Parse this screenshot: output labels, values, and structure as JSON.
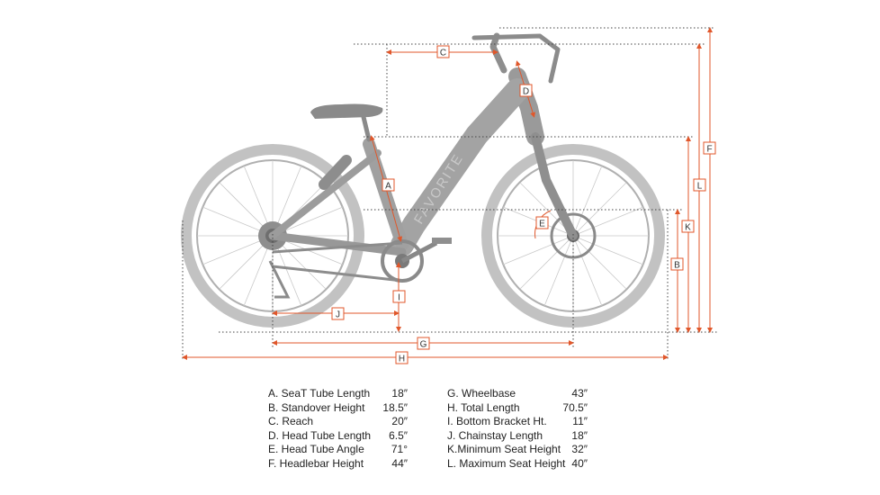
{
  "brand": "FAVORITE",
  "colors": {
    "dimension_line": "#e0572b",
    "frame": "#9d9d9d",
    "tire": "#bdbdbd",
    "text": "#222222"
  },
  "dimension_tags": {
    "A": "A",
    "B": "B",
    "C": "C",
    "D": "D",
    "E": "E",
    "F": "F",
    "G": "G",
    "H": "H",
    "I": "I",
    "J": "J",
    "K": "K",
    "L": "L"
  },
  "specs_left": [
    {
      "label": "A. SeaT Tube Length",
      "value": "18″"
    },
    {
      "label": "B. Standover Height",
      "value": "18.5″"
    },
    {
      "label": "C. Reach",
      "value": "20″"
    },
    {
      "label": "D. Head Tube Length",
      "value": "6.5″"
    },
    {
      "label": "E. Head Tube Angle",
      "value": "71°"
    },
    {
      "label": "F. Headlebar Height",
      "value": "44″"
    }
  ],
  "specs_right": [
    {
      "label": "G. Wheelbase",
      "value": "43″"
    },
    {
      "label": "H. Total Length",
      "value": "70.5″"
    },
    {
      "label": "I. Bottom Bracket Ht.",
      "value": "11″"
    },
    {
      "label": "J. Chainstay Length",
      "value": "18″"
    },
    {
      "label": "K.Minimum Seat Height",
      "value": "32″"
    },
    {
      "label": "L. Maximum Seat Height",
      "value": "40″"
    }
  ]
}
